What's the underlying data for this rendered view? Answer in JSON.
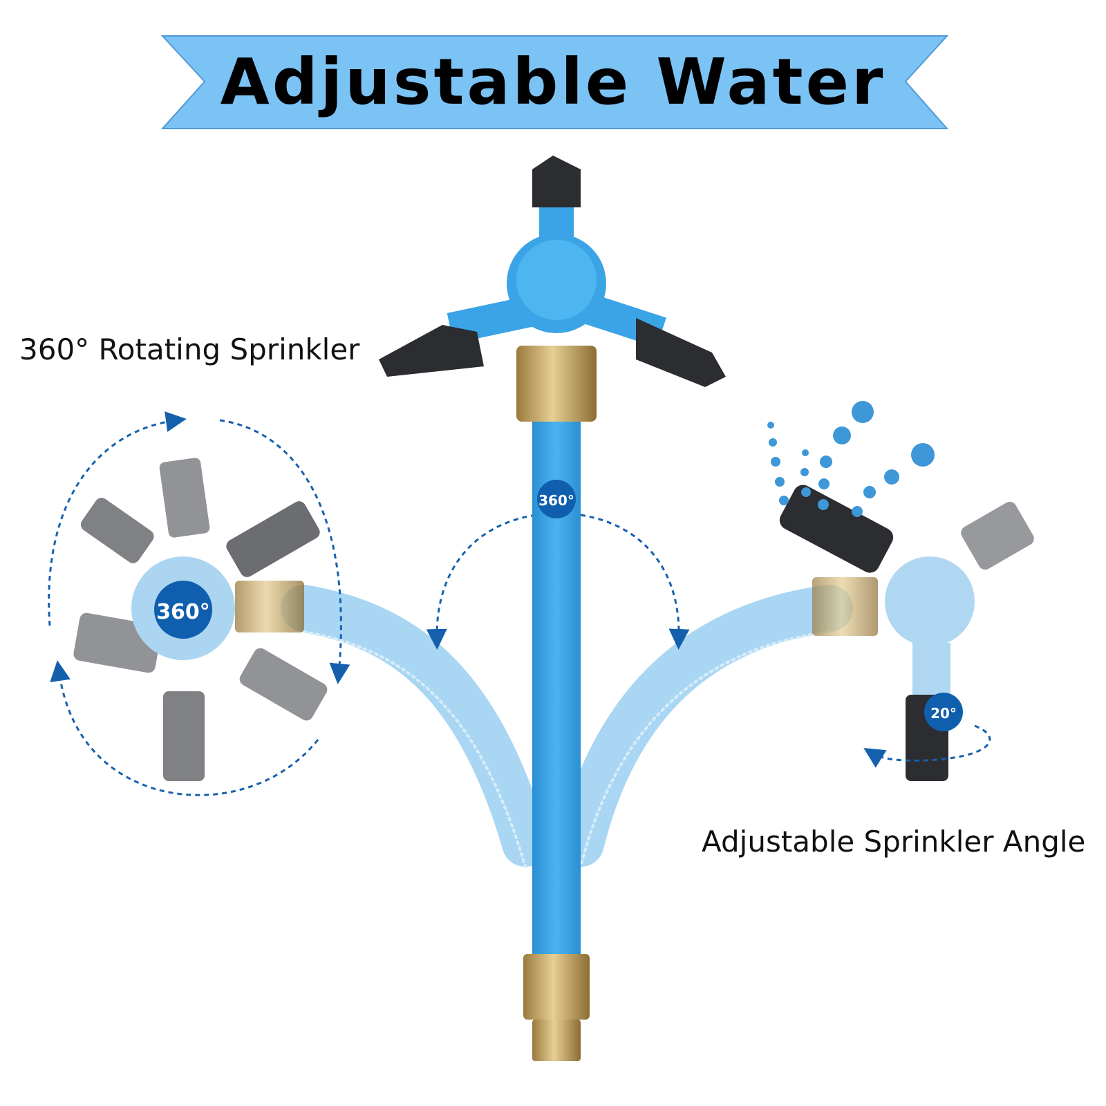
{
  "banner": {
    "title": "Adjustable Water"
  },
  "captions": {
    "left": "360° Rotating Sprinkler",
    "right": "Adjustable Sprinkler Angle"
  },
  "badges": {
    "left": "360°",
    "center": "360°",
    "right": "20°"
  },
  "colors": {
    "banner": "#7cc3f5",
    "pipe": "#3ba4e6",
    "pipe_faded": "#a9d6f3",
    "nozzle": "#2b2d31",
    "brass": "#c9a96b",
    "badge": "#0f5fae",
    "arrow": "#1560ad",
    "drops": "#3d97d8"
  }
}
